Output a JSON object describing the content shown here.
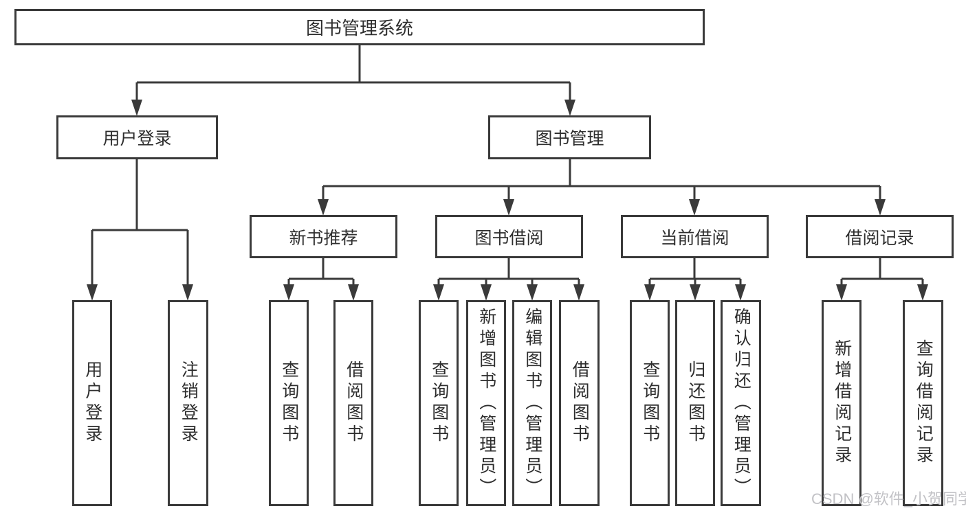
{
  "diagram": {
    "title_node": {
      "label": "图书管理系统"
    },
    "level2": [
      {
        "label": "用户登录"
      },
      {
        "label": "图书管理"
      }
    ],
    "level3": [
      {
        "label": "新书推荐"
      },
      {
        "label": "图书借阅"
      },
      {
        "label": "当前借阅"
      },
      {
        "label": "借阅记录"
      }
    ],
    "leaves": [
      {
        "label": "用户登录"
      },
      {
        "label": "注销登录"
      },
      {
        "label": "查询图书"
      },
      {
        "label": "借阅图书"
      },
      {
        "label": "查询图书"
      },
      {
        "label": "新增图书（管理员）"
      },
      {
        "label": "编辑图书（管理员）"
      },
      {
        "label": "借阅图书"
      },
      {
        "label": "查询图书"
      },
      {
        "label": "归还图书"
      },
      {
        "label": "确认归还（管理员）"
      },
      {
        "label": "新增借阅记录"
      },
      {
        "label": "查询借阅记录"
      }
    ],
    "watermark": {
      "text": "CSDN @软件_小贺同学"
    },
    "colors": {
      "line": "#3a3a3a",
      "text": "#2e2e2e",
      "background": "#ffffff",
      "watermark": "#c2c2c6"
    }
  }
}
